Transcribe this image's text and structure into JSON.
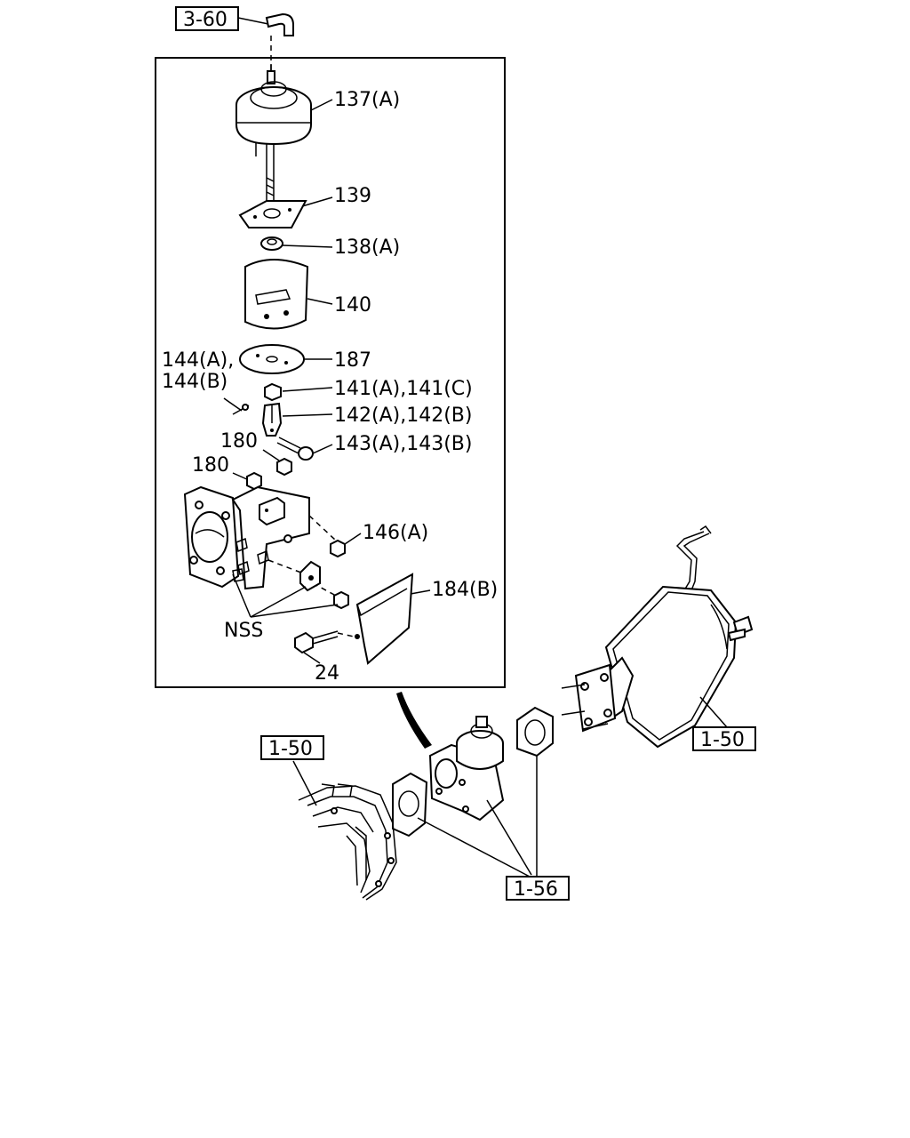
{
  "references": {
    "ref_top": "3-60",
    "ref_left": "1-50",
    "ref_right": "1-50",
    "ref_bottom": "1-56"
  },
  "parts": {
    "p137": "137(A)",
    "p139": "139",
    "p138": "138(A)",
    "p140": "140",
    "p187": "187",
    "p144a": "144(A),",
    "p144b": "144(B)",
    "p141": "141(A),141(C)",
    "p142": "142(A),142(B)",
    "p143": "143(A),143(B)",
    "p180a": "180",
    "p180b": "180",
    "p146": "146(A)",
    "p184": "184(B)",
    "nss": "NSS",
    "p24": "24"
  }
}
